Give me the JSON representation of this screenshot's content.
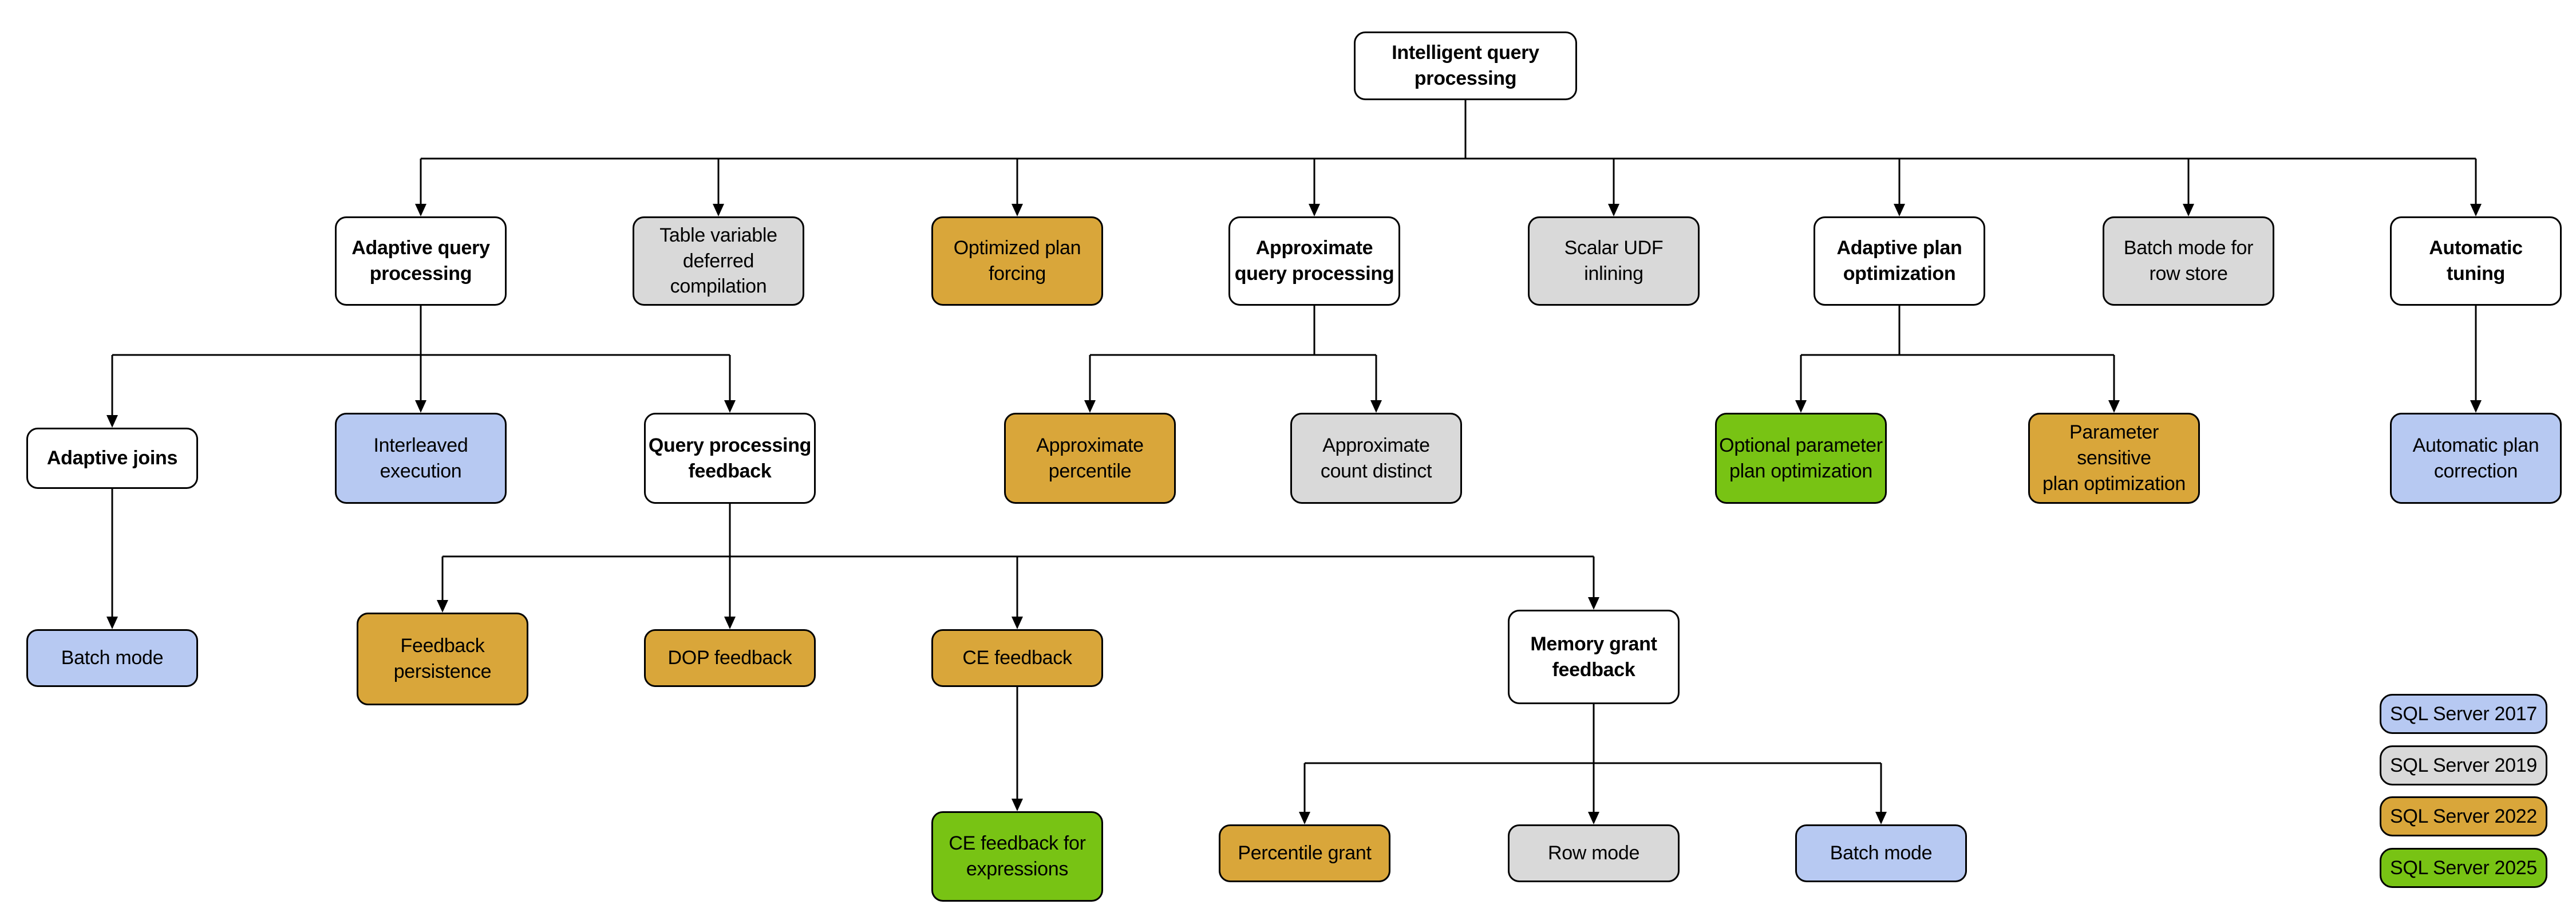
{
  "title": "Intelligent query processing",
  "palette": {
    "v2017": "#b7c9f2",
    "v2019": "#d9d9d9",
    "v2022": "#d9a63a",
    "v2025": "#78c314",
    "heading_bg": "#ffffff",
    "line": "#000000"
  },
  "nodes": {
    "root": {
      "label": "Intelligent query\nprocessing",
      "category": "heading"
    },
    "adaptive_query_processing": {
      "label": "Adaptive query\nprocessing",
      "category": "heading"
    },
    "table_variable_deferred_compilation": {
      "label": "Table variable\ndeferred compilation",
      "category": "sql-server-2019"
    },
    "optimized_plan_forcing": {
      "label": "Optimized plan\nforcing",
      "category": "sql-server-2022"
    },
    "approximate_query_processing": {
      "label": "Approximate\nquery processing",
      "category": "heading"
    },
    "scalar_udf_inlining": {
      "label": "Scalar UDF\ninlining",
      "category": "sql-server-2019"
    },
    "adaptive_plan_optimization": {
      "label": "Adaptive plan\noptimization",
      "category": "heading"
    },
    "batch_mode_for_row_store": {
      "label": "Batch mode for\nrow store",
      "category": "sql-server-2019"
    },
    "automatic_tuning": {
      "label": "Automatic\ntuning",
      "category": "heading"
    },
    "adaptive_joins": {
      "label": "Adaptive joins",
      "category": "heading"
    },
    "interleaved_execution": {
      "label": "Interleaved\nexecution",
      "category": "sql-server-2017"
    },
    "query_processing_feedback": {
      "label": "Query processing\nfeedback",
      "category": "heading"
    },
    "approximate_percentile": {
      "label": "Approximate\npercentile",
      "category": "sql-server-2022"
    },
    "approximate_count_distinct": {
      "label": "Approximate\ncount distinct",
      "category": "sql-server-2019"
    },
    "optional_parameter_plan_optimization": {
      "label": "Optional parameter\nplan optimization",
      "category": "sql-server-2025"
    },
    "parameter_sensitive_plan_optimization": {
      "label": "Parameter sensitive\nplan optimization",
      "category": "sql-server-2022"
    },
    "automatic_plan_correction": {
      "label": "Automatic plan\ncorrection",
      "category": "sql-server-2017"
    },
    "batch_mode_adaptive_joins": {
      "label": "Batch mode",
      "category": "sql-server-2017"
    },
    "feedback_persistence": {
      "label": "Feedback\npersistence",
      "category": "sql-server-2022"
    },
    "dop_feedback": {
      "label": "DOP feedback",
      "category": "sql-server-2022"
    },
    "ce_feedback": {
      "label": "CE feedback",
      "category": "sql-server-2022"
    },
    "memory_grant_feedback": {
      "label": "Memory grant\nfeedback",
      "category": "heading"
    },
    "ce_feedback_for_expressions": {
      "label": "CE feedback for\nexpressions",
      "category": "sql-server-2025"
    },
    "percentile_grant": {
      "label": "Percentile grant",
      "category": "sql-server-2022"
    },
    "row_mode": {
      "label": "Row mode",
      "category": "sql-server-2019"
    },
    "batch_mode_memory_grant": {
      "label": "Batch mode",
      "category": "sql-server-2017"
    }
  },
  "legend": {
    "items": [
      {
        "label": "SQL Server 2017",
        "color": "#b7c9f2"
      },
      {
        "label": "SQL Server 2019",
        "color": "#d9d9d9"
      },
      {
        "label": "SQL Server 2022",
        "color": "#d9a63a"
      },
      {
        "label": "SQL Server 2025",
        "color": "#78c314"
      }
    ]
  }
}
